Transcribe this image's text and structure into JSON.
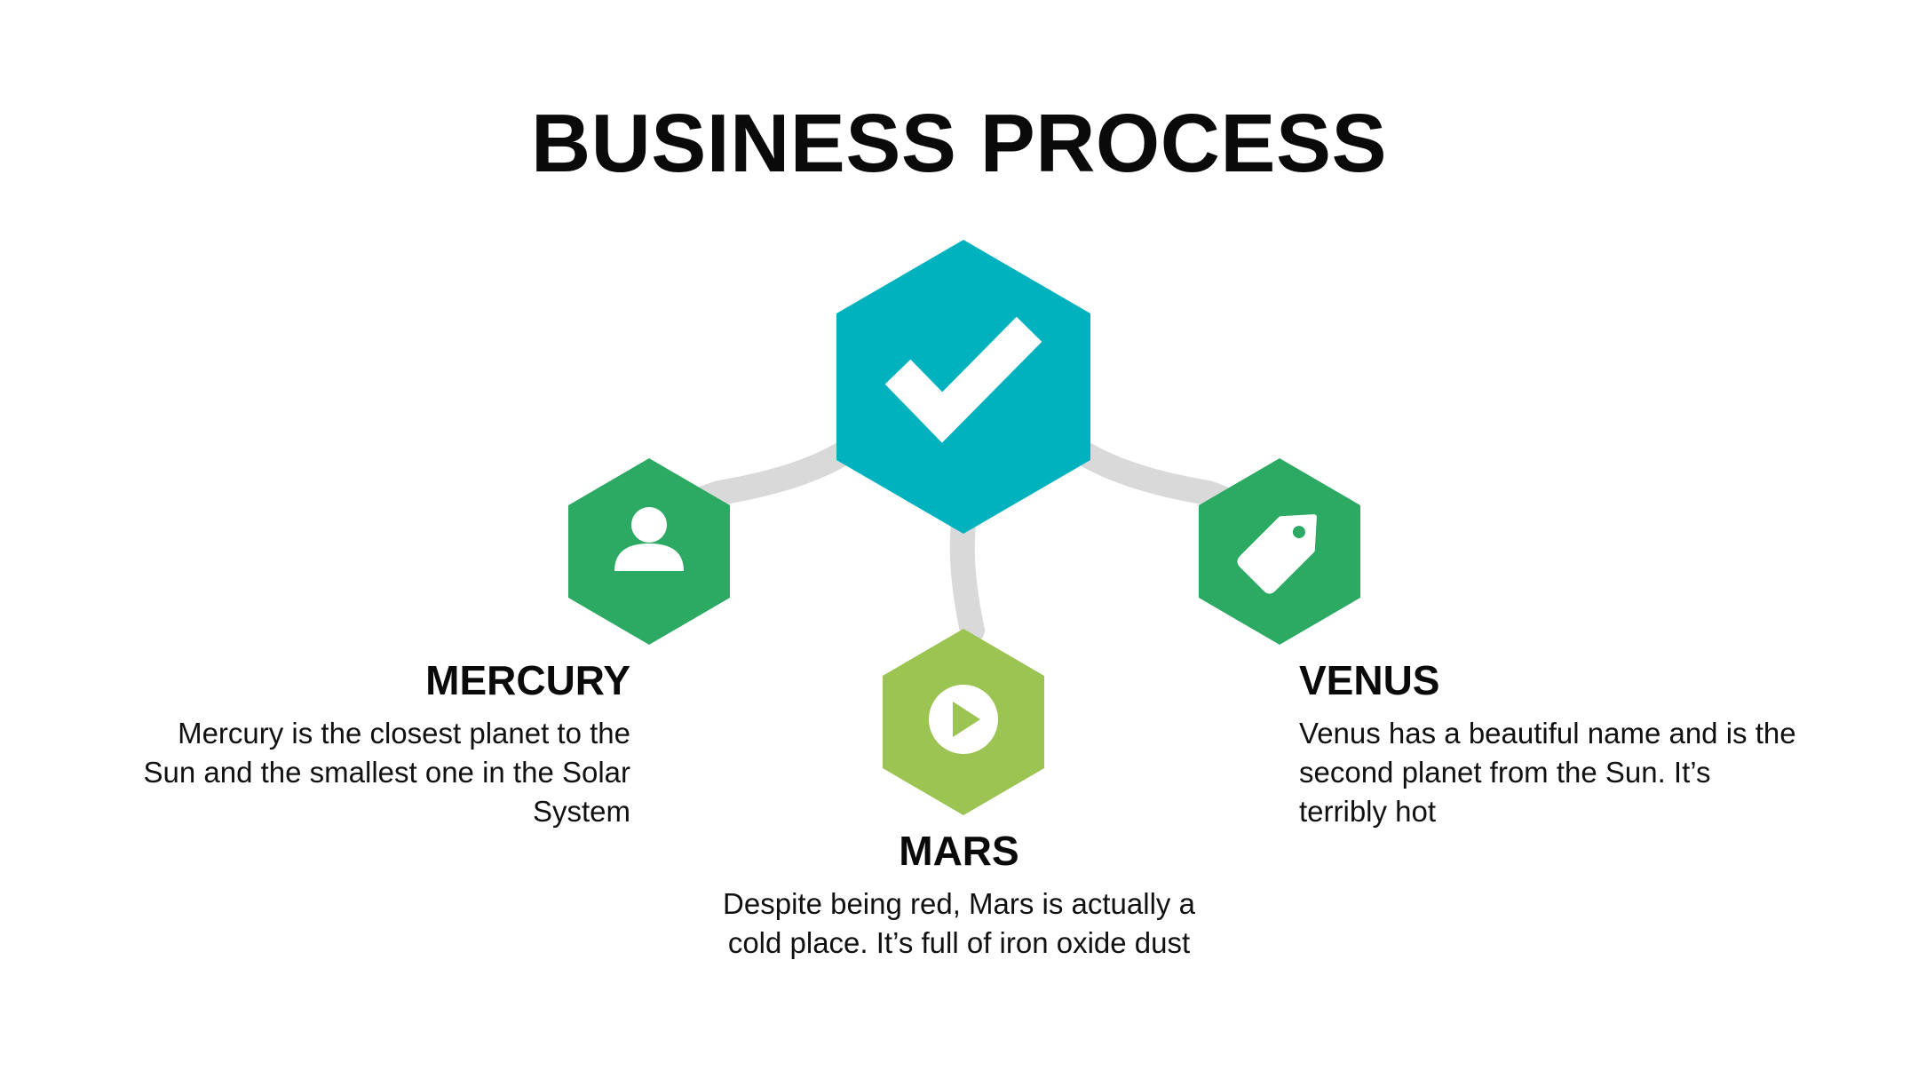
{
  "title": "BUSINESS PROCESS",
  "colors": {
    "center_hex": "#00B1BE",
    "green_hex": "#2CAA63",
    "lime_hex": "#9BC453",
    "connector": "#D9D9D9",
    "icon": "#FFFFFF"
  },
  "center": {
    "icon": "checkmark-icon"
  },
  "items": [
    {
      "title": "MERCURY",
      "description": "Mercury is the closest planet to the Sun and the smallest one in the Solar System",
      "icon": "user-icon"
    },
    {
      "title": "MARS",
      "description": "Despite being red, Mars is actually a cold place. It’s full of iron oxide dust",
      "icon": "play-icon"
    },
    {
      "title": "VENUS",
      "description": "Venus has a beautiful name and is the second planet from the Sun. It’s terribly hot",
      "icon": "tag-icon"
    }
  ]
}
